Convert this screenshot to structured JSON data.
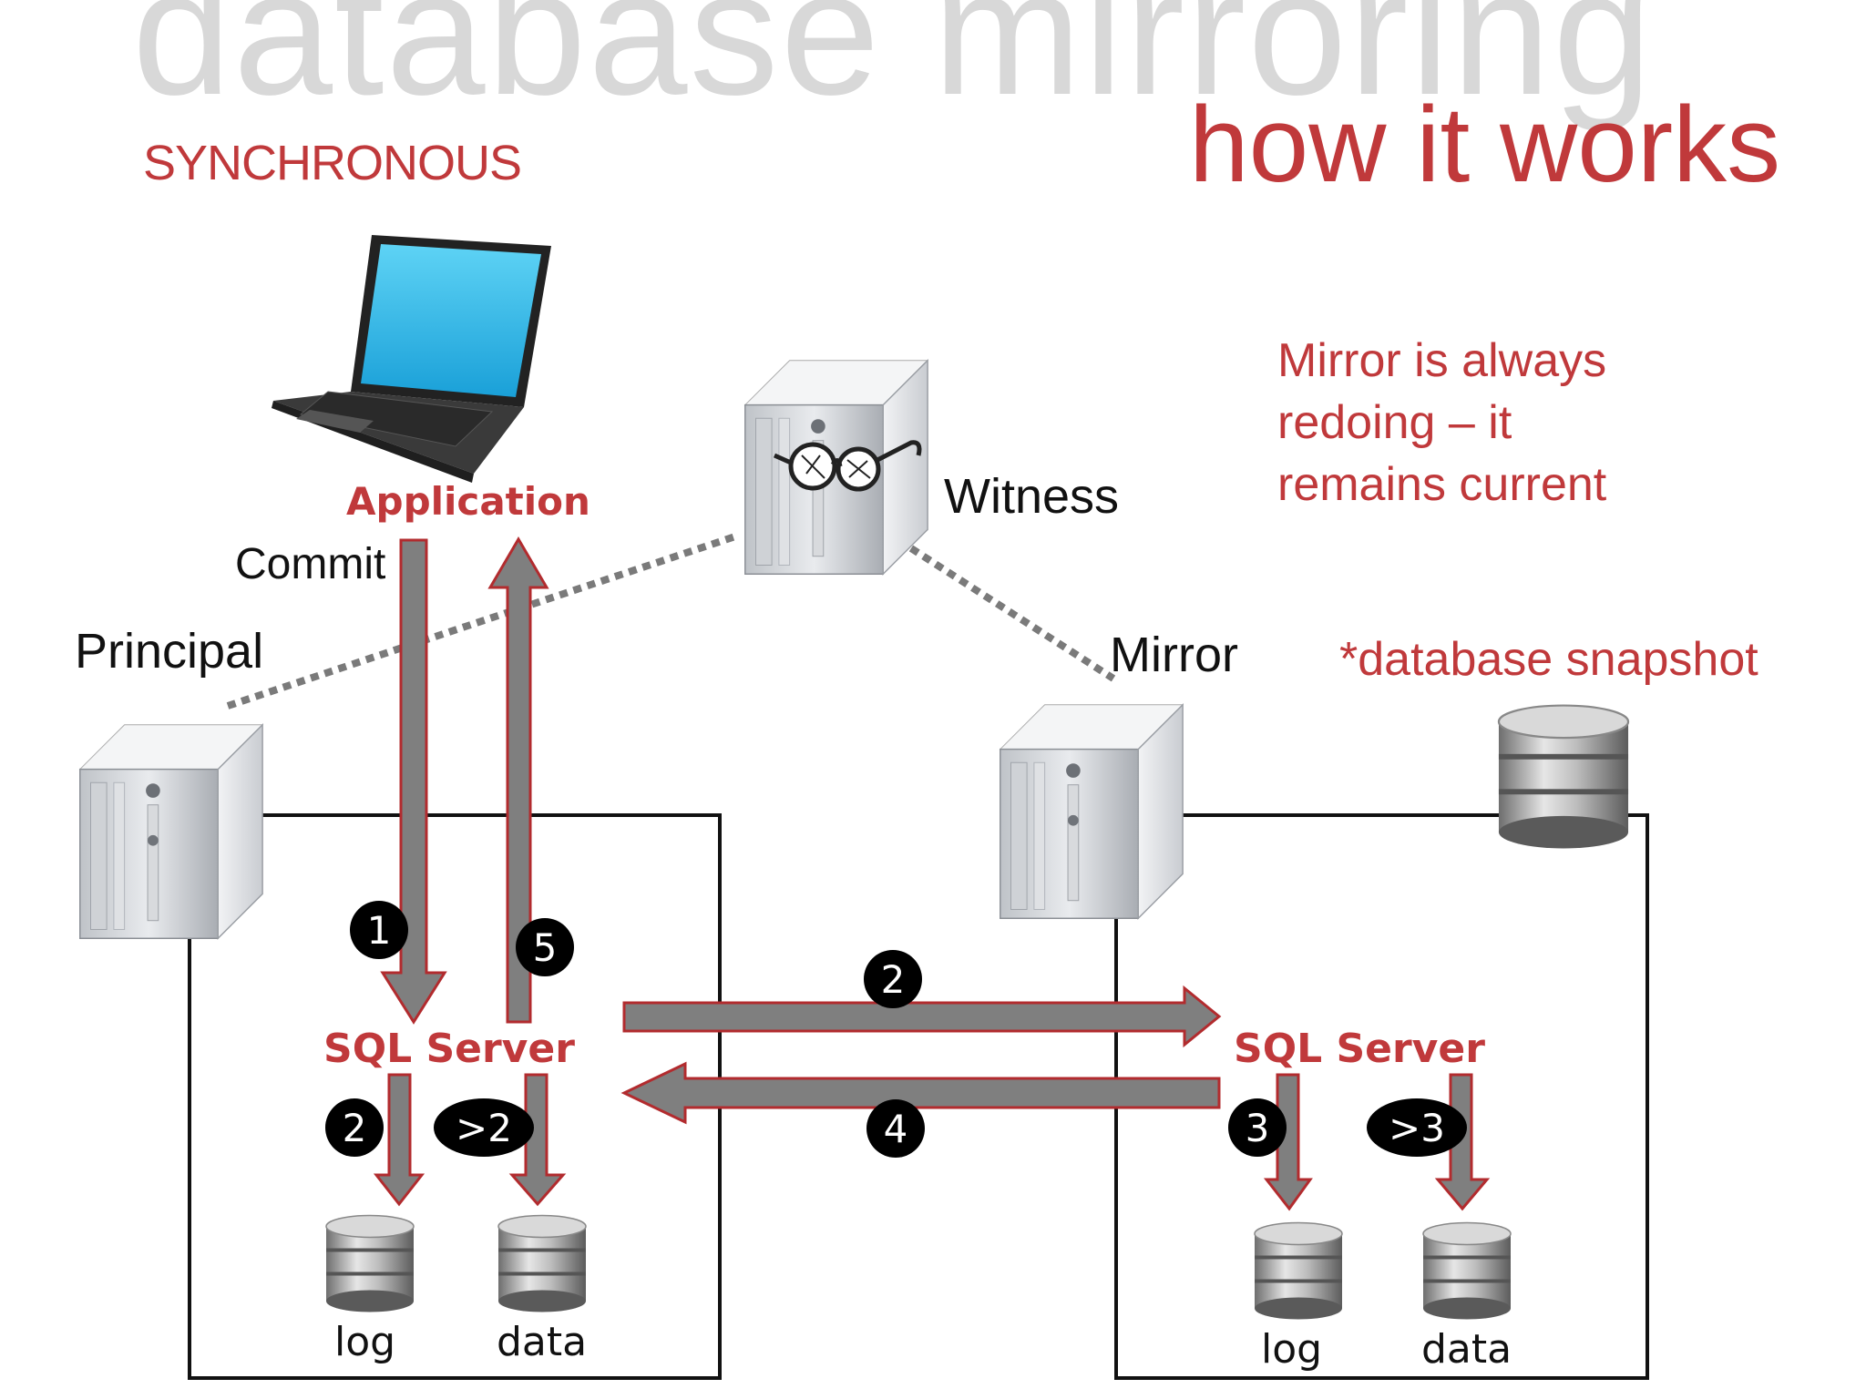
{
  "slide": {
    "title_bg": "database mirroring",
    "subtitle": "how it works",
    "mode_label": "SYNCHRONOUS",
    "note_lines": [
      "Mirror is always",
      "redoing – it",
      "remains current"
    ],
    "snapshot_label": "*database snapshot"
  },
  "nodes": {
    "application_label": "Application",
    "commit_label": "Commit",
    "witness_label": "Witness",
    "principal_label": "Principal",
    "mirror_label": "Mirror"
  },
  "principal_box": {
    "sql_label": "SQL Server",
    "log_label": "log",
    "data_label": "data"
  },
  "mirror_box": {
    "sql_label": "SQL Server",
    "log_label": "log",
    "data_label": "data"
  },
  "steps": {
    "commit_in": "1",
    "commit_out": "5",
    "principal_log": "2",
    "principal_data": ">2",
    "send_to_mirror": "2",
    "ack_from_mirror": "4",
    "mirror_log": "3",
    "mirror_data": ">3"
  },
  "colors": {
    "accent": "#c0393b",
    "arrow_fill": "#7f7f7f",
    "arrow_outline": "#b22b2e",
    "title_bg": "#d8d8d8"
  },
  "icons": [
    "laptop-icon",
    "server-icon",
    "glasses-icon",
    "database-icon"
  ]
}
